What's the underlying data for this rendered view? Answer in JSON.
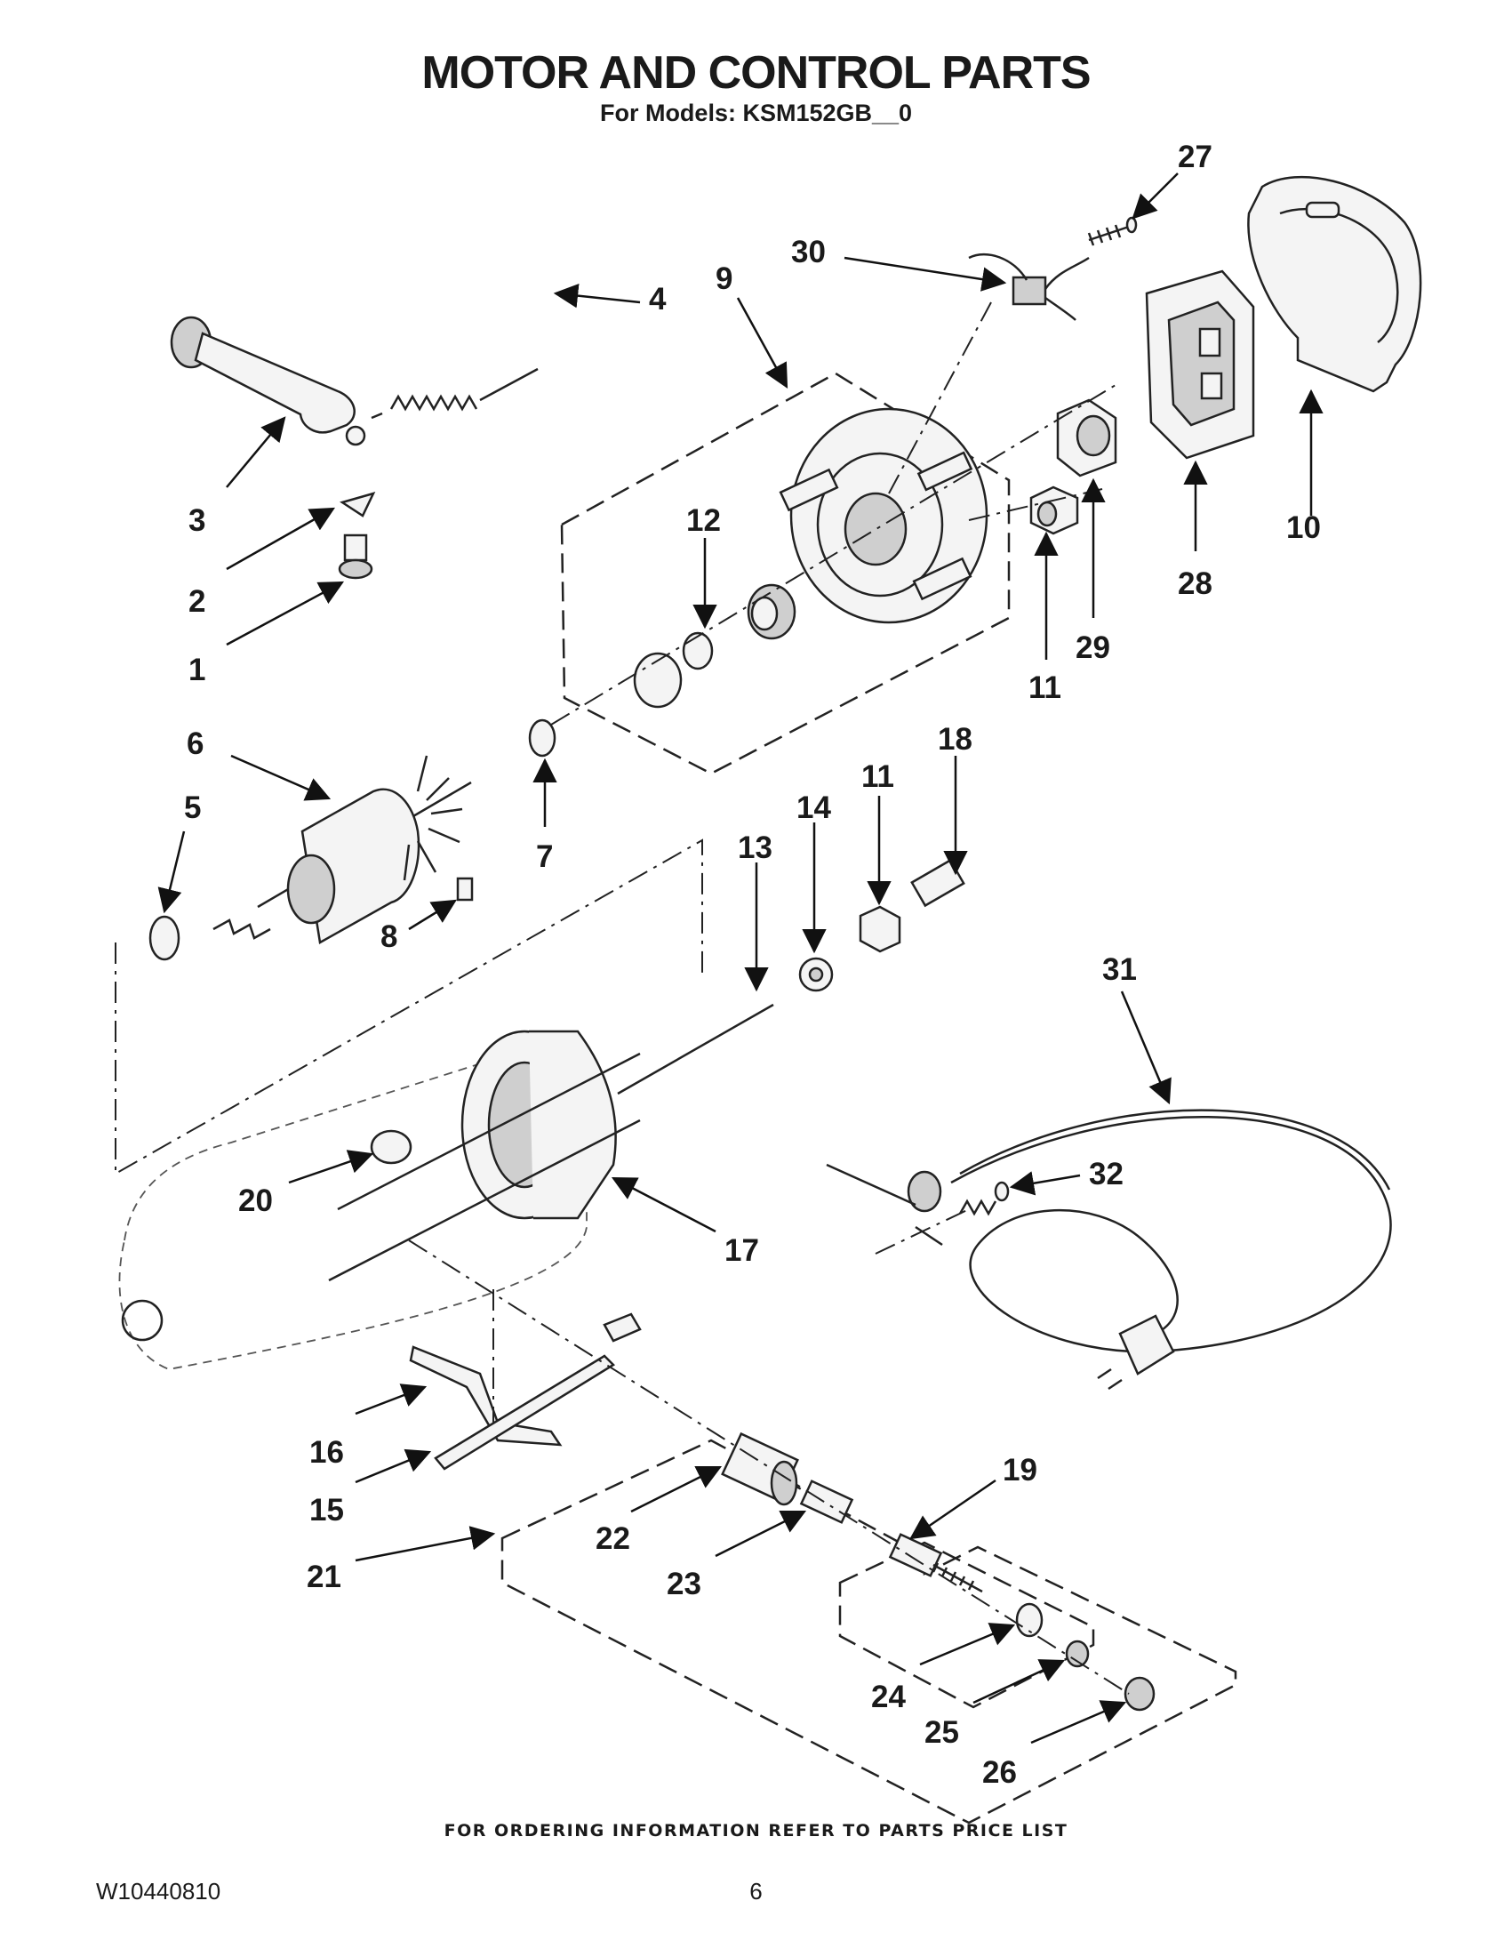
{
  "header": {
    "title": "MOTOR AND CONTROL PARTS",
    "subtitle": "For Models: KSM152GB__0"
  },
  "callouts": [
    "1",
    "2",
    "3",
    "4",
    "5",
    "6",
    "7",
    "8",
    "9",
    "10",
    "11",
    "12",
    "13",
    "14",
    "15",
    "16",
    "17",
    "18",
    "19",
    "20",
    "21",
    "22",
    "23",
    "24",
    "25",
    "26",
    "27",
    "28",
    "29",
    "30",
    "31",
    "32"
  ],
  "callout_11_second": "11",
  "footer": {
    "ordering_note": "FOR ORDERING INFORMATION REFER TO PARTS PRICE LIST",
    "doc_number": "W10440810",
    "page_number": "6"
  },
  "colors": {
    "ink": "#1a1a1a",
    "background": "#ffffff"
  }
}
